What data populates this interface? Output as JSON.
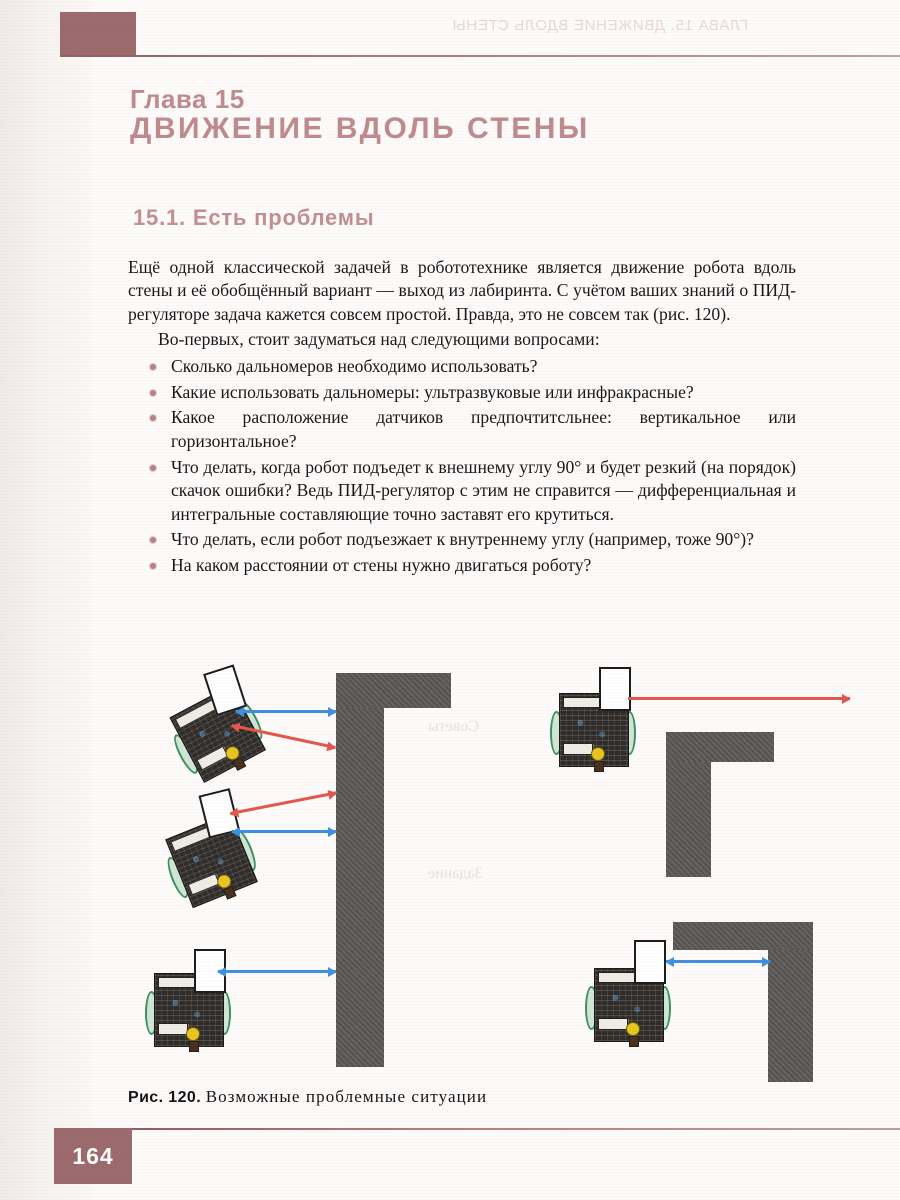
{
  "header": {
    "ghost_text": "ГЛАВА 15. ДВИЖЕНИЕ ВДОЛЬ СТЕНЫ",
    "accent_color": "#9b6a6c"
  },
  "chapter": {
    "number_label": "Глава 15",
    "title": "ДВИЖЕНИЕ ВДОЛЬ СТЕНЫ",
    "color": "#bf8a8d"
  },
  "section": {
    "heading": "15.1. Есть проблемы",
    "color": "#c28e90"
  },
  "body": {
    "intro_paragraph": "Ещё одной классической задачей в робототехнике является движение робота вдоль стены и её обобщённый вариант — выход из лабиринта. С учётом ваших знаний о ПИД-регуляторе задача кажется совсем простой. Правда, это не совсем так (рис. 120).",
    "lead_in": "Во-первых, стоит задуматься над следующими вопросами:",
    "questions": [
      "Сколько дальномеров необходимо использовать?",
      "Какие использовать дальномеры: ультразвуковые или инфракрасные?",
      "Какое расположение датчиков предпочтитсльнее: вертикальное или горизонтальное?",
      "Что делать, когда робот подъедет к внешнему углу 90° и будет резкий (на порядок) скачок ошибки? Ведь ПИД-регулятор с этим не справится — дифференциальная и интегральные составляющие точно заставят его крутиться.",
      "Что делать, если робот подъезжает к внутреннему углу (например, тоже 90°)?",
      "На каком расстоянии от стены нужно двигаться роботу?"
    ]
  },
  "figure": {
    "caption_label": "Рис. 120.",
    "caption_text": "Возможные проблемные ситуации",
    "wall_color": "#5d5a58",
    "arrow_blue": "#3f8fe0",
    "arrow_red": "#e2564c",
    "ghost_lines": [
      "Советы",
      "Задание"
    ]
  },
  "footer": {
    "page_number": "164",
    "accent_color": "#9b6a6c"
  }
}
